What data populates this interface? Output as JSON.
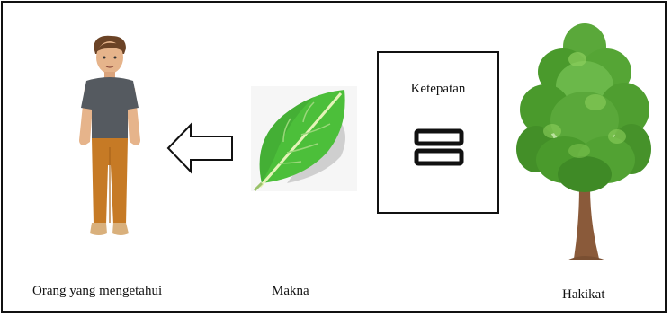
{
  "labels": {
    "person": "Orang yang mengetahui",
    "leaf": "Makna",
    "tree": "Hakikat",
    "box_title": "Ketepatan"
  },
  "icons": {
    "person": "person-illustration",
    "arrow": "left-arrow-icon",
    "leaf": "leaf-icon",
    "equals": "equals-icon",
    "tree": "tree-illustration"
  },
  "colors": {
    "leaf_green": "#4cbf3a",
    "tree_green": "#4a9a2c",
    "shirt": "#555a60",
    "pants": "#c67a25",
    "trunk": "#8a5a3a"
  }
}
